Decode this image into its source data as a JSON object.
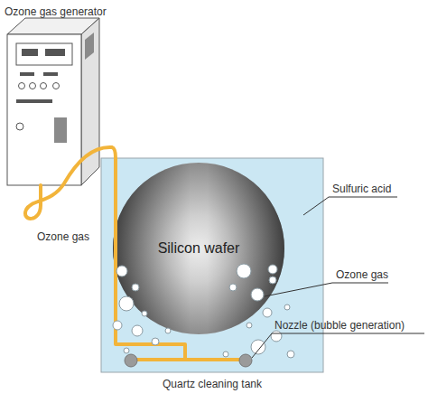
{
  "diagram": {
    "nodes": [
      {
        "text": [
          "Ozone gas generator"
        ]
      },
      {
        "text": [
          "Quartz cleaning tank"
        ]
      },
      {
        "text": [
          "Silicon wafer"
        ],
        "in": 1
      }
    ],
    "edges": [
      {
        "from": 0,
        "to": 1,
        "arrow": "none",
        "label": "Ozone gas"
      }
    ],
    "labels": [
      "Sulfuric acid",
      "Ozone gas",
      "Nozzle (bubble generation)"
    ]
  }
}
